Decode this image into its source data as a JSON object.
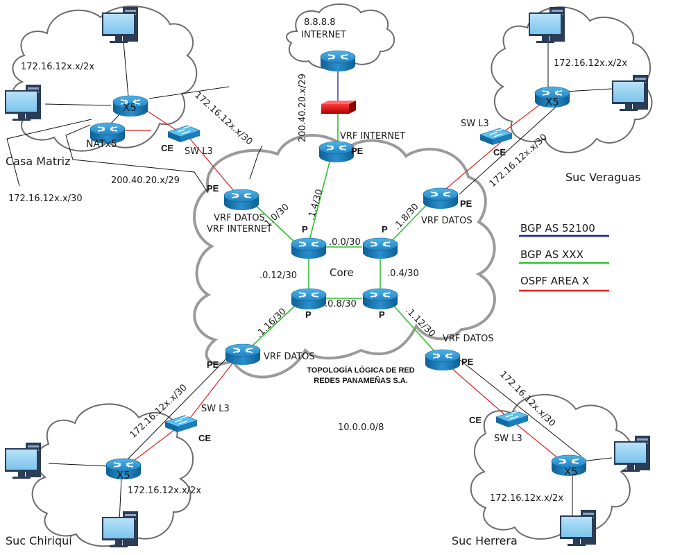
{
  "internet": {
    "ip": "8.8.8.8",
    "label": "INTERNET",
    "wan_link": "200.40.20.x/29"
  },
  "core": {
    "label": "Core",
    "links": {
      "n": ".0.0/30",
      "e": ".0.4/30",
      "s": ".0.8/30",
      "w": ".0.12/30"
    },
    "uplinks": {
      "nw": ".1.0/30",
      "n": ".1.4/30",
      "ne": ".1.8/30",
      "sw": ".1.16/30",
      "se": ".1.12/30"
    },
    "router_role": "P",
    "supernet": "10.0.0.0/8"
  },
  "topology": {
    "title1": "TOPOLOGÍA LÓGICA DE RED",
    "title2": "REDES PANAMEÑAS S.A."
  },
  "pe_nw": {
    "role": "PE",
    "vrf1": "VRF DATOS",
    "vrf2": "VRF INTERNET"
  },
  "pe_internet": {
    "role": "PE",
    "vrf": "VRF INTERNET"
  },
  "pe_ne": {
    "role": "PE",
    "vrf": "VRF DATOS"
  },
  "pe_sw": {
    "role": "PE",
    "vrf": "VRF DATOS"
  },
  "pe_se": {
    "role": "PE",
    "vrf": "VRF DATOS"
  },
  "sites": {
    "matriz": {
      "name": "Casa Matriz",
      "lan": "172.16.12x.x/2x",
      "router": "X5",
      "nat": "NATx5",
      "switch": "SW L3",
      "ce": "CE",
      "wan_ce": "172.16.12x.x/30",
      "wan_pe": "172.16.12x.x/30",
      "wan_inet": "200.40.20.x/29"
    },
    "veraguas": {
      "name": "Suc Veraguas",
      "lan": "172.16.12x.x/2x",
      "router": "X5",
      "switch": "SW L3",
      "ce": "CE",
      "wan": "172.16.12x.x/30"
    },
    "chiriqui": {
      "name": "Suc Chiriquí",
      "lan": "172.16.12x.x/2x",
      "router": "X5",
      "switch": "SW L3",
      "ce": "CE",
      "wan": "172.16.12x.x/30"
    },
    "herrera": {
      "name": "Suc Herrera",
      "lan": "172.16.12x.x/2x",
      "router": "X5",
      "switch": "SW L3",
      "ce": "CE",
      "wan": "172.16.12x.x/30"
    }
  },
  "legend": [
    {
      "label": "BGP AS 52100",
      "color": "#1a1aa6"
    },
    {
      "label": "BGP AS XXX",
      "color": "#2fbf2f"
    },
    {
      "label": "OSPF AREA X",
      "color": "#e02020"
    }
  ],
  "colors": {
    "bgp_as": "#1a1aa6",
    "bgp_xxx": "#2fbf2f",
    "ospf": "#e02020",
    "cloud_stroke": "#9a9a9a",
    "router": "#1f83c2"
  }
}
